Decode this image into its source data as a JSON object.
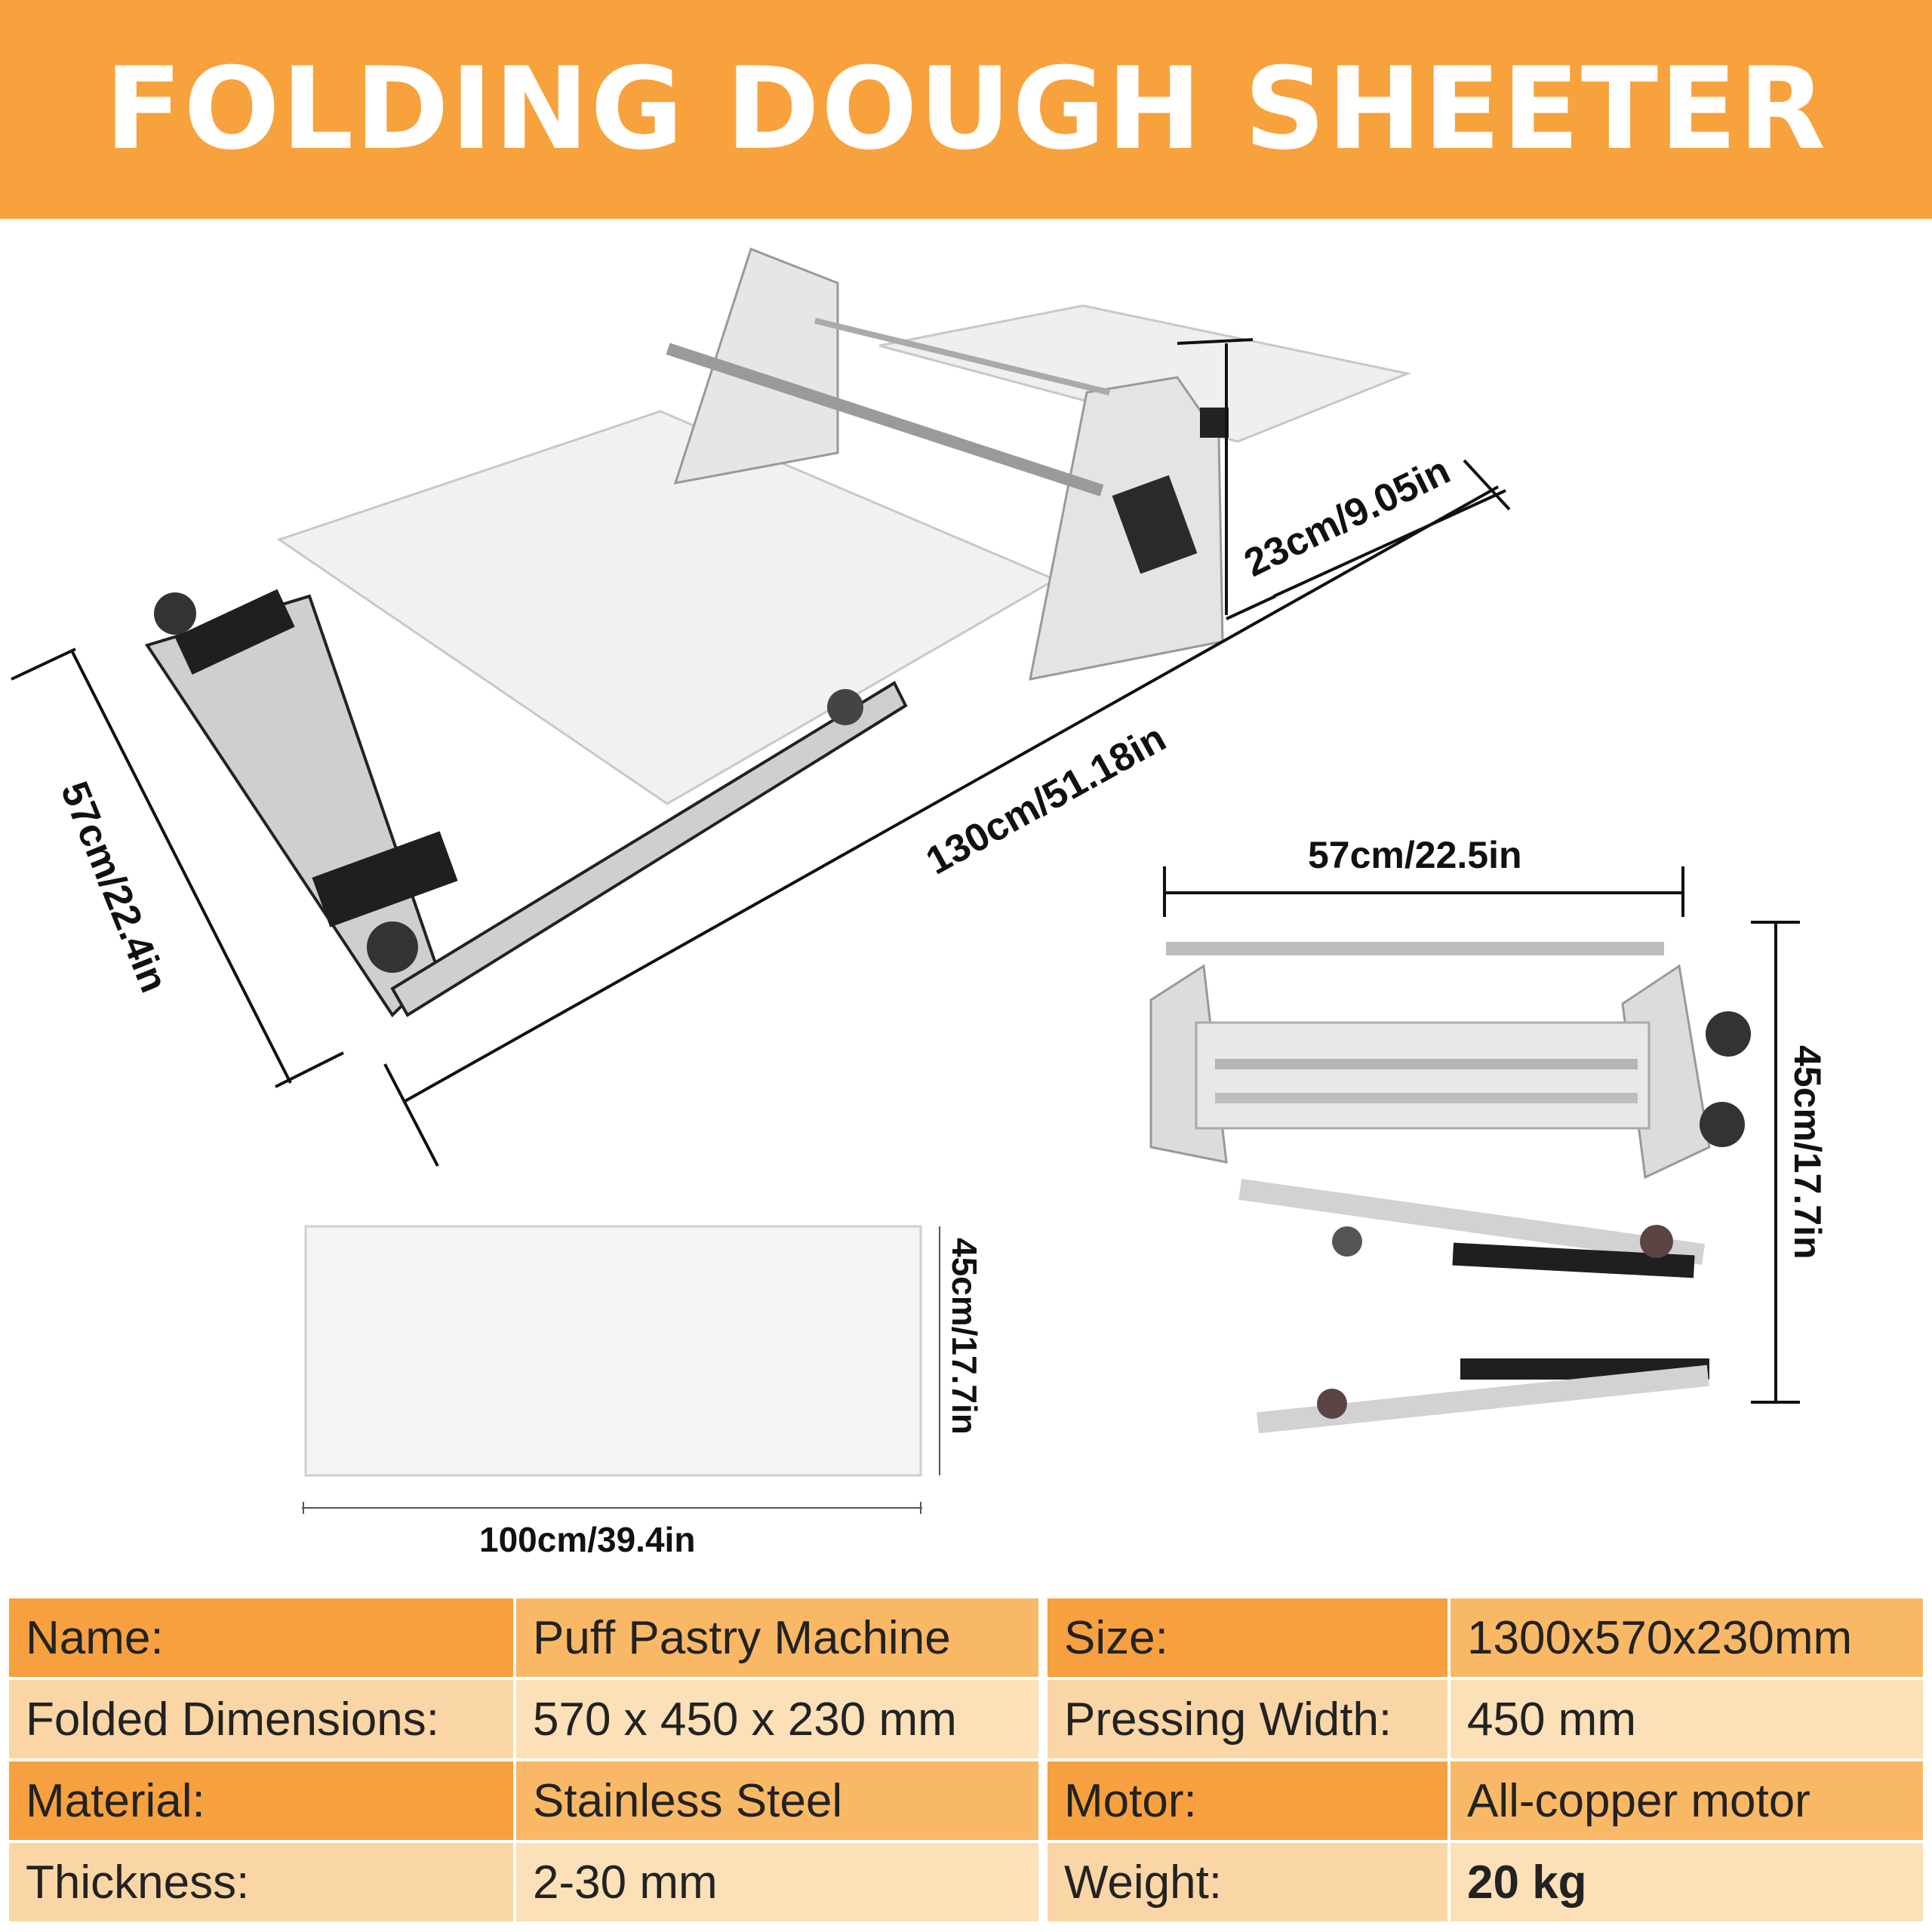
{
  "banner": {
    "title": "FOLDING DOUGH SHEETER"
  },
  "dimensions": {
    "main_depth": "57cm/22.4in",
    "main_length": "130cm/51.18in",
    "main_height": "23cm/9.05in",
    "folded_width": "57cm/22.5in",
    "folded_height": "45cm/17.7in",
    "board_length": "100cm/39.4in",
    "board_width": "45cm/17.7in"
  },
  "specs": {
    "left": [
      {
        "key": "Name:",
        "value": "Puff Pastry Machine"
      },
      {
        "key": "Folded Dimensions:",
        "value": "570 x 450 x 230 mm"
      },
      {
        "key": "Material:",
        "value": "Stainless Steel"
      },
      {
        "key": "Thickness:",
        "value": "2-30 mm"
      }
    ],
    "right": [
      {
        "key": "Size:",
        "value": "1300x570x230mm"
      },
      {
        "key": "Pressing Width:",
        "value": "450 mm"
      },
      {
        "key": "Motor:",
        "value": "All-copper motor"
      },
      {
        "key": "Weight:",
        "value": "20 kg"
      }
    ]
  },
  "colors": {
    "orange": "#f7a23c",
    "light_orange": "#fbe0b8"
  }
}
